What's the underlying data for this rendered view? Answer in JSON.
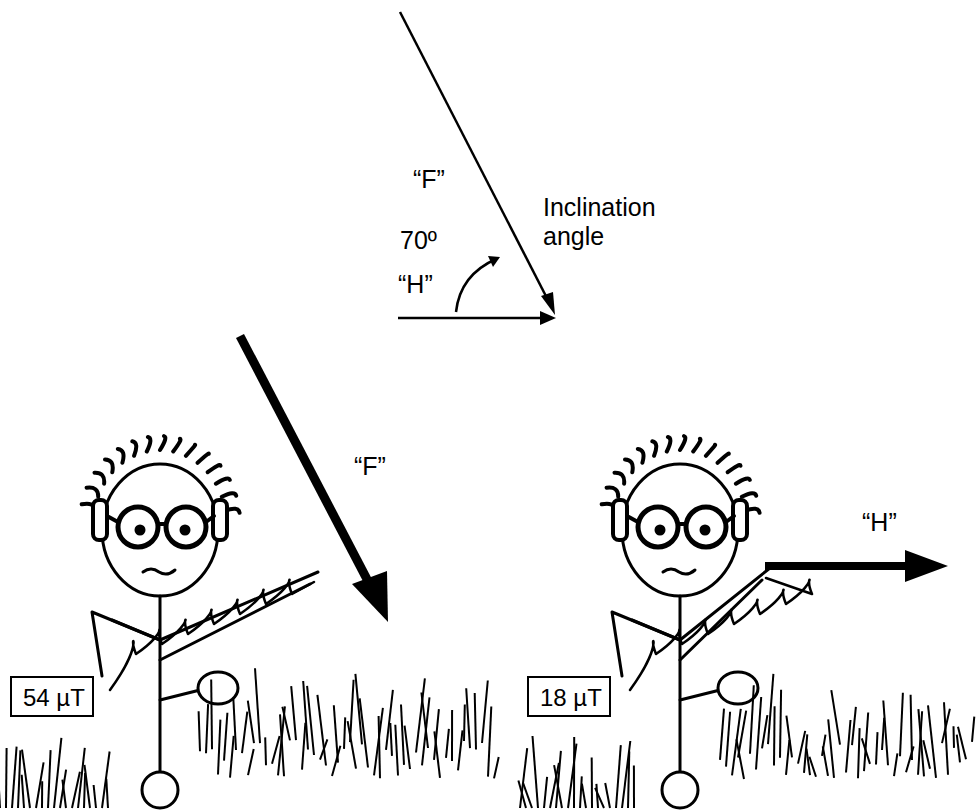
{
  "diagram": {
    "nodes": [
      {
        "text": [
          "54 µT"
        ]
      },
      {
        "text": [
          "18 µT"
        ]
      }
    ],
    "labels": [
      "“F”",
      "Inclination angle",
      "70º",
      "“H”",
      "“F”",
      "“H”"
    ]
  }
}
